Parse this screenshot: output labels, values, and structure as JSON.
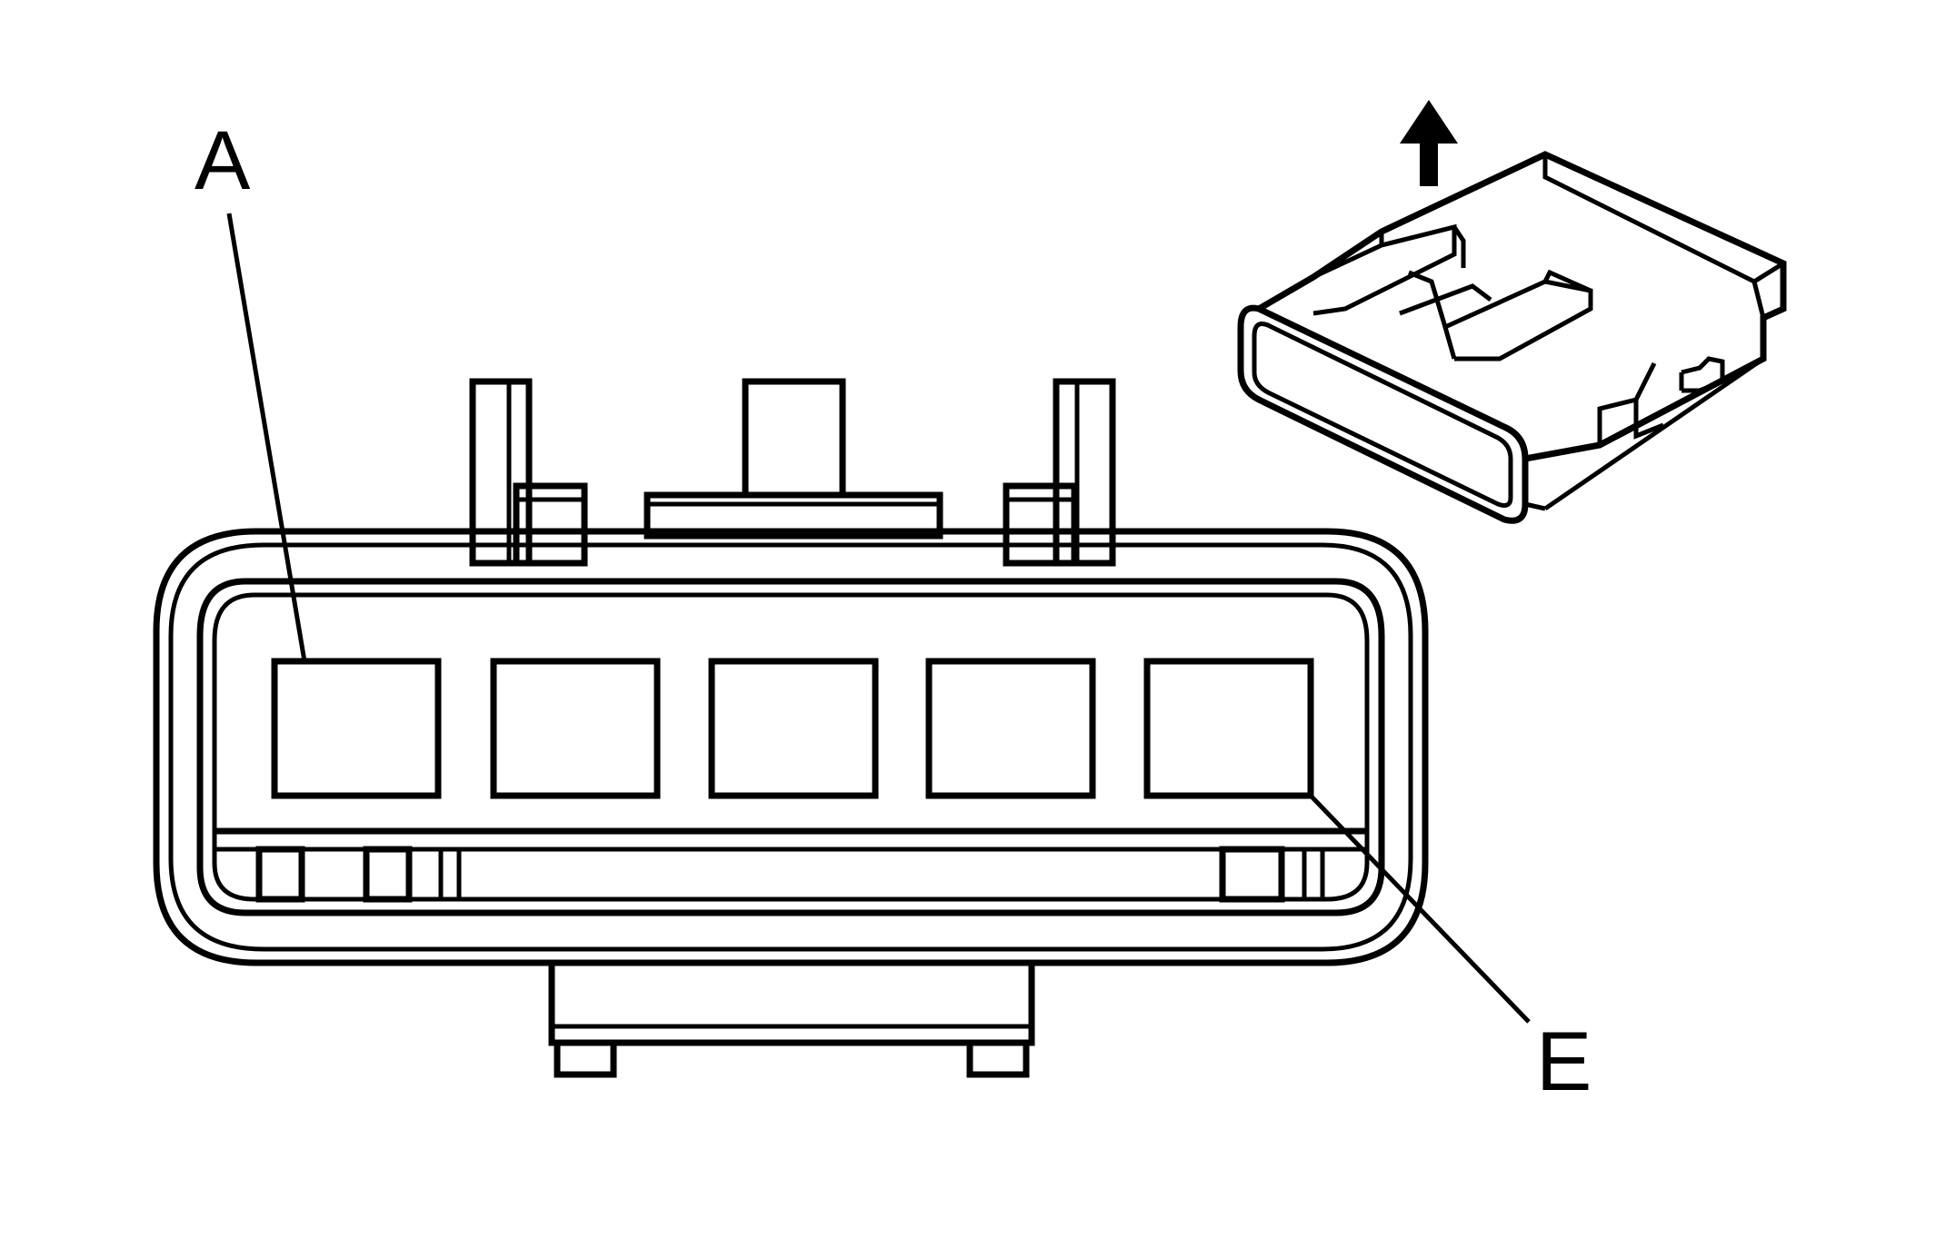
{
  "diagram": {
    "callouts": {
      "first_pin_label": "A",
      "last_pin_label": "E"
    },
    "pin_count": 5,
    "colors": {
      "line": "#000000",
      "background": "#ffffff"
    },
    "icons": {
      "orientation_arrow": "up-arrow-icon"
    }
  }
}
